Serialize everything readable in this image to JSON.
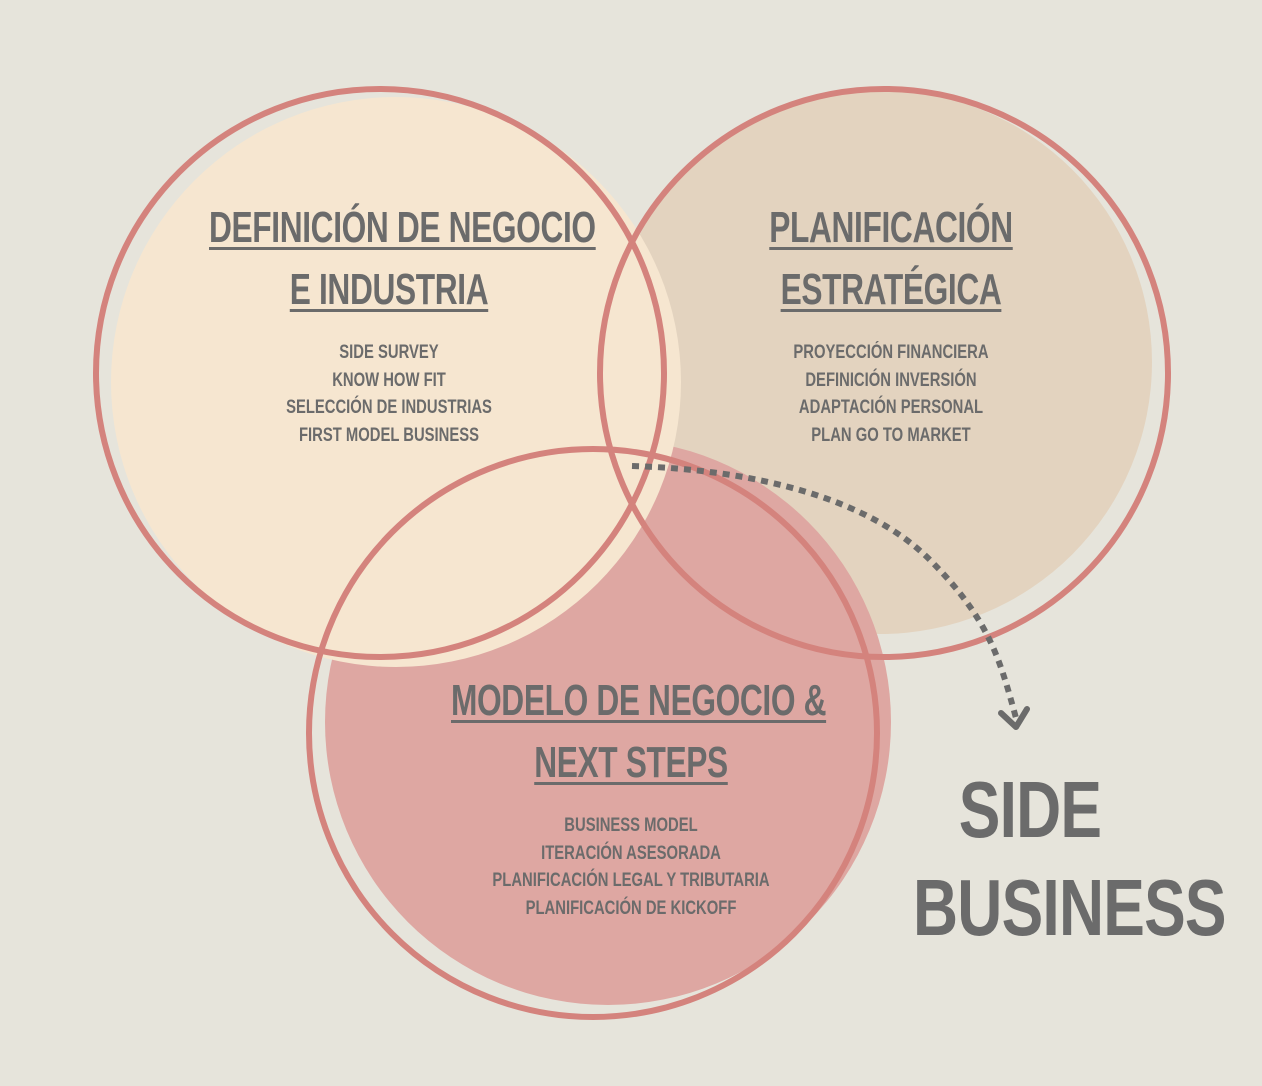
{
  "colors": {
    "background": "#e6e4db",
    "ring": "#d4837d",
    "fill_definicion": "#f6e6d0",
    "fill_planificacion": "#e3d3bf",
    "fill_modelo": "#dea7a2",
    "text": "#6b6b6b",
    "arrow": "#6b6b6b"
  },
  "sections": {
    "definicion": {
      "title_line1": "DEFINICIÓN DE NEGOCIO",
      "title_line2": "E INDUSTRIA",
      "items": [
        "SIDE SURVEY",
        "KNOW HOW FIT",
        "SELECCIÓN DE INDUSTRIAS",
        "FIRST MODEL BUSINESS"
      ]
    },
    "planificacion": {
      "title_line1": "PLANIFICACIÓN",
      "title_line2": "ESTRATÉGICA",
      "items": [
        "PROYECCIÓN FINANCIERA",
        "DEFINICIÓN INVERSIÓN",
        "ADAPTACIÓN PERSONAL",
        "PLAN GO TO MARKET"
      ]
    },
    "modelo": {
      "title_line1": "MODELO DE NEGOCIO &",
      "title_line2": "NEXT STEPS",
      "items": [
        "BUSINESS MODEL",
        "ITERACIÓN ASESORADA",
        "PLANIFICACIÓN LEGAL Y TRIBUTARIA",
        "PLANIFICACIÓN DE KICKOFF"
      ]
    }
  },
  "brand": {
    "line1": "SIDE",
    "line2": "BUSINESS"
  }
}
